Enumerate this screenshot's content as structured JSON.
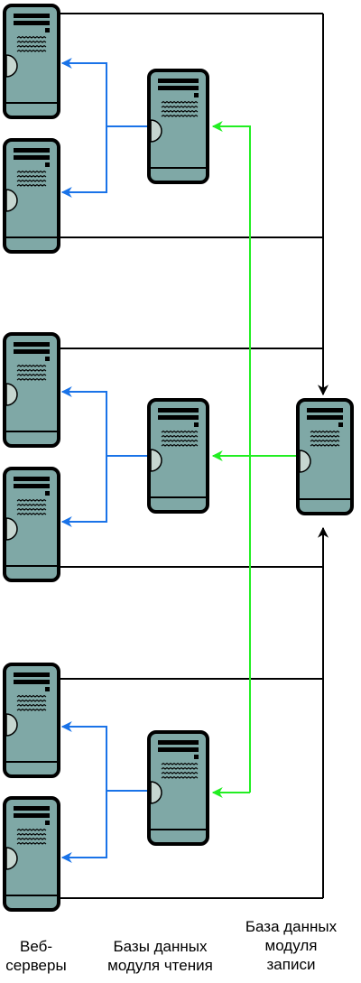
{
  "colors": {
    "server_body": "#7fa8a6",
    "server_outline": "#000000",
    "read_link": "#1a73e8",
    "replication_link": "#22ee22",
    "write_link": "#000000"
  },
  "icons": {
    "web_server": "server-tower-icon",
    "read_db": "server-tower-icon",
    "write_db": "server-tower-icon"
  },
  "web_servers": [
    {
      "id": "web-1",
      "group": 1
    },
    {
      "id": "web-2",
      "group": 1
    },
    {
      "id": "web-3",
      "group": 2
    },
    {
      "id": "web-4",
      "group": 2
    },
    {
      "id": "web-5",
      "group": 3
    },
    {
      "id": "web-6",
      "group": 3
    }
  ],
  "read_databases": [
    {
      "id": "read-db-1",
      "serves": [
        "web-1",
        "web-2"
      ]
    },
    {
      "id": "read-db-2",
      "serves": [
        "web-3",
        "web-4"
      ]
    },
    {
      "id": "read-db-3",
      "serves": [
        "web-5",
        "web-6"
      ]
    }
  ],
  "write_database": {
    "id": "write-db",
    "replicates_to": [
      "read-db-1",
      "read-db-2",
      "read-db-3"
    ]
  },
  "labels": {
    "web_servers": [
      "Веб-",
      "серверы"
    ],
    "read_databases": [
      "Базы данных",
      "модуля чтения"
    ],
    "write_database": [
      "База данных",
      "модуля",
      "записи"
    ]
  }
}
